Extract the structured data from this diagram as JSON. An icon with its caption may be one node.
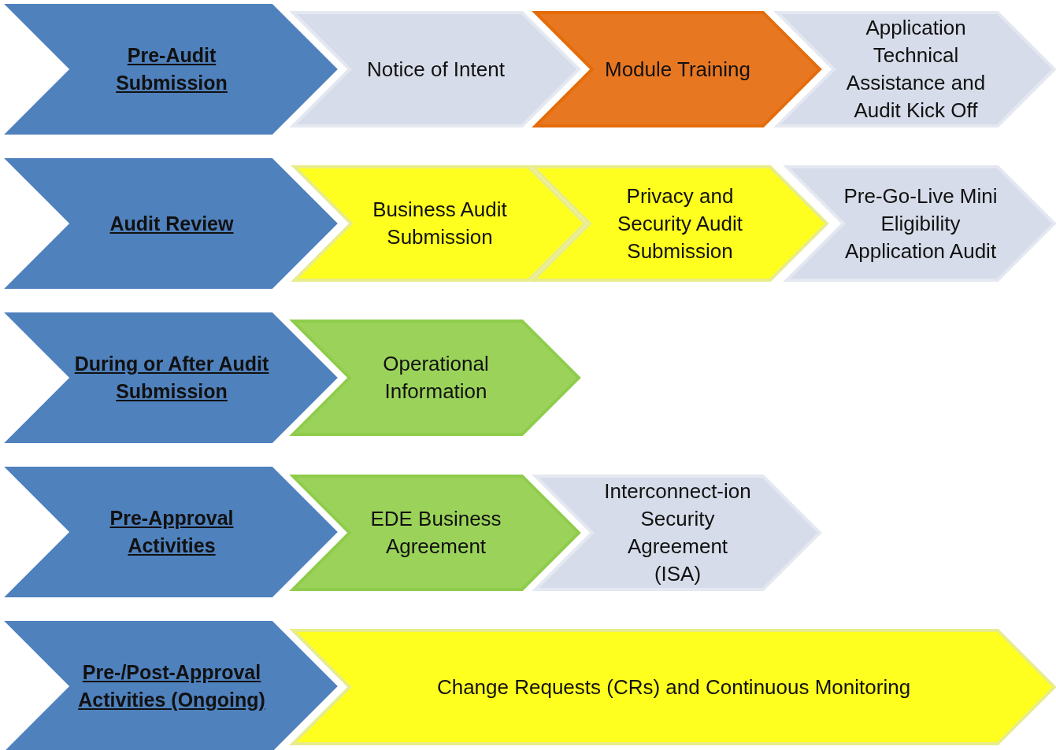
{
  "diagram": {
    "nodes": [
      {
        "text": [
          "Pre-Audit Submission"
        ]
      },
      {
        "text": [
          "Notice of Intent"
        ]
      },
      {
        "text": [
          "Module Training"
        ]
      },
      {
        "text": [
          "Application Technical Assistance and Audit Kick Off"
        ]
      },
      {
        "text": [
          "Audit Review"
        ]
      },
      {
        "text": [
          "Business Audit Submission"
        ]
      },
      {
        "text": [
          "Privacy and Security Audit Submission"
        ]
      },
      {
        "text": [
          "Pre-Go-Live Mini Eligibility Application Audit"
        ]
      },
      {
        "text": [
          "During or After Audit Submission"
        ]
      },
      {
        "text": [
          "Operational Information"
        ]
      },
      {
        "text": [
          "Pre-Approval Activities"
        ]
      },
      {
        "text": [
          "EDE Business Agreement"
        ]
      },
      {
        "text": [
          "Interconnect-ion Security Agreement (ISA)"
        ]
      },
      {
        "text": [
          "Pre-/Post-Approval Activities (Ongoing)"
        ]
      },
      {
        "text": [
          "Change Requests (CRs) and Continuous Monitoring"
        ]
      }
    ]
  }
}
